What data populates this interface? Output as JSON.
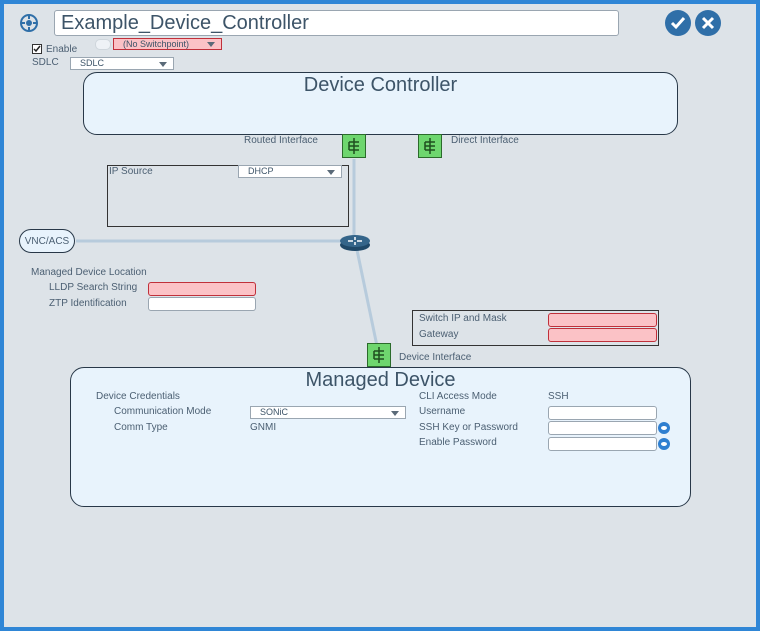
{
  "header": {
    "title": "Example_Device_Controller",
    "enable_label": "Enable",
    "switchpoint_value": "(No Switchpoint)",
    "sdlc_label": "SDLC",
    "sdlc_value": "SDLC"
  },
  "device_controller": {
    "title": "Device Controller",
    "routed_interface_label": "Routed Interface",
    "direct_interface_label": "Direct Interface",
    "ip_source_label": "IP Source",
    "ip_source_value": "DHCP"
  },
  "vnc": {
    "label": "VNC/ACS"
  },
  "managed_device_location": {
    "title": "Managed Device Location",
    "lldp_label": "LLDP Search String",
    "ztp_label": "ZTP Identification"
  },
  "switch": {
    "ip_mask_label": "Switch IP and Mask",
    "gateway_label": "Gateway",
    "device_interface_label": "Device Interface"
  },
  "managed_device": {
    "title": "Managed Device",
    "credentials_label": "Device Credentials",
    "comm_mode_label": "Communication Mode",
    "comm_mode_value": "SONiC",
    "comm_type_label": "Comm Type",
    "comm_type_value": "GNMI",
    "cli_access_label": "CLI Access Mode",
    "cli_access_value": "SSH",
    "username_label": "Username",
    "ssh_key_label": "SSH Key or Password",
    "enable_password_label": "Enable Password"
  }
}
